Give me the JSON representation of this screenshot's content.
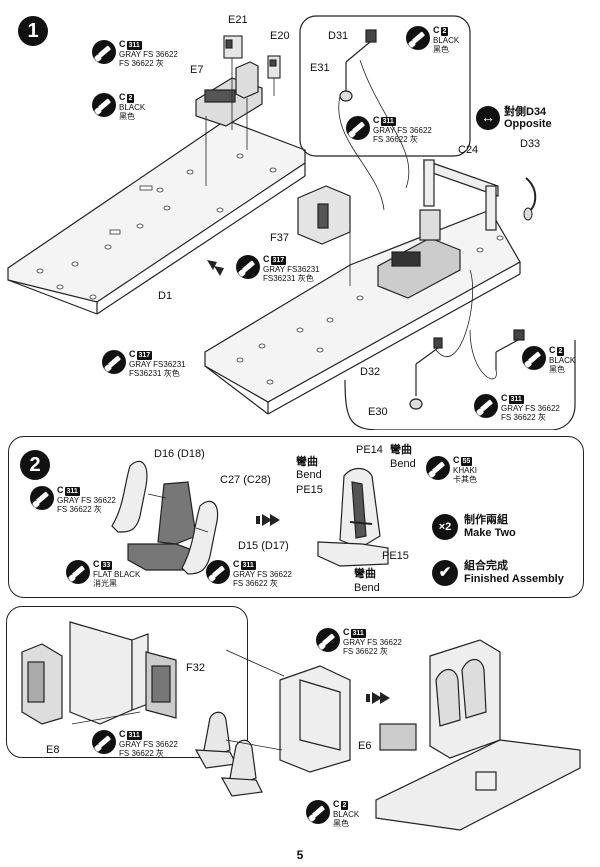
{
  "page_number": "5",
  "step1": {
    "number": "1",
    "paints": {
      "c311_top": {
        "code": "C",
        "badge": "311",
        "line1": "GRAY FS 36622",
        "line2": "FS 36622 灰"
      },
      "c2_e7": {
        "code": "C",
        "badge": "2",
        "line1": "BLACK",
        "line2": "黑色"
      },
      "c2_d31": {
        "code": "C",
        "badge": "2",
        "line1": "BLACK",
        "line2": "黑色"
      },
      "c311_e31": {
        "code": "C",
        "badge": "311",
        "line1": "GRAY FS 36622",
        "line2": "FS 36622 灰"
      },
      "c317_f37": {
        "code": "C",
        "badge": "317",
        "line1": "GRAY FS36231",
        "line2": "FS36231 灰色"
      },
      "c317_d1": {
        "code": "C",
        "badge": "317",
        "line1": "GRAY FS36231",
        "line2": "FS36231 灰色"
      },
      "c2_right": {
        "code": "C",
        "badge": "2",
        "line1": "BLACK",
        "line2": "黑色"
      },
      "c311_bottomright": {
        "code": "C",
        "badge": "311",
        "line1": "GRAY FS 36622",
        "line2": "FS 36622 灰"
      }
    },
    "parts": {
      "e21": "E21",
      "e20": "E20",
      "e7": "E7",
      "d31": "D31",
      "e31": "E31",
      "c24": "C24",
      "d33": "D33",
      "f37": "F37",
      "d1": "D1",
      "d32": "D32",
      "e30": "E30"
    },
    "opposite": {
      "line1": "對側D34",
      "line2": "Opposite"
    }
  },
  "step2": {
    "number": "2",
    "parts": {
      "d16": "D16  (D18)",
      "c27": "C27  (C28)",
      "d15": "D15  (D17)",
      "pe14": "PE14",
      "pe15_top": "PE15",
      "pe15_bottom": "PE15"
    },
    "bend_cn": "彎曲",
    "bend_en": "Bend",
    "paints": {
      "c311_left": {
        "code": "C",
        "badge": "311",
        "line1": "GRAY FS 36622",
        "line2": "FS 36622 灰"
      },
      "c33": {
        "code": "C",
        "badge": "33",
        "line1": "FLAT BLACK",
        "line2": "消光黑"
      },
      "c311_mid": {
        "code": "C",
        "badge": "311",
        "line1": "GRAY FS 36622",
        "line2": "FS 36622 灰"
      },
      "c55": {
        "code": "C",
        "badge": "55",
        "line1": "KHAKI",
        "line2": "卡其色"
      }
    },
    "make_two": {
      "count": "×2",
      "cn": "制作兩組",
      "en": "Make Two"
    },
    "finished": {
      "cn": "組合完成",
      "en": "Finished Assembly"
    }
  },
  "step3": {
    "parts": {
      "f32": "F32",
      "e8": "E8",
      "e6": "E6"
    },
    "paints": {
      "c311_left": {
        "code": "C",
        "badge": "311",
        "line1": "GRAY FS 36622",
        "line2": "FS 36622 灰"
      },
      "c311_mid": {
        "code": "C",
        "badge": "311",
        "line1": "GRAY FS 36622",
        "line2": "FS 36622 灰"
      },
      "c2_bottom": {
        "code": "C",
        "badge": "2",
        "line1": "BLACK",
        "line2": "黑色"
      }
    }
  }
}
